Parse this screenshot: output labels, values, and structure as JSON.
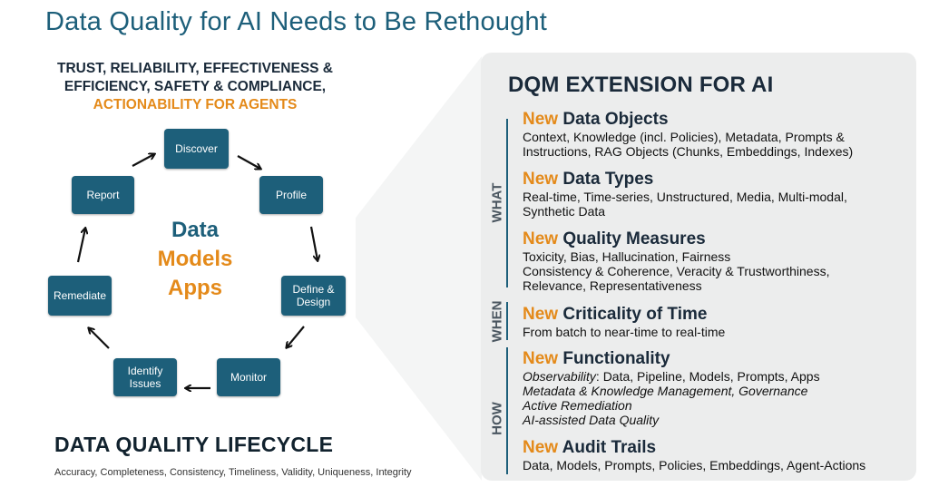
{
  "title": "Data Quality for AI Needs to Be Rethought",
  "pillars": {
    "line1": "TRUST, RELIABILITY, EFFECTIVENESS &",
    "line2": "EFFICIENCY, SAFETY & COMPLIANCE,",
    "line3": "ACTIONABILITY FOR AGENTS"
  },
  "lifecycle": {
    "stages": {
      "discover": "Discover",
      "profile": "Profile",
      "define_line1": "Define &",
      "define_line2": "Design",
      "monitor": "Monitor",
      "identify_line1": "Identify",
      "identify_line2": "Issues",
      "remediate": "Remediate",
      "report": "Report"
    },
    "center": [
      "Data",
      "Models",
      "Apps"
    ],
    "title": "DATA QUALITY LIFECYCLE",
    "dimensions": "Accuracy, Completeness, Consistency, Timeliness, Validity, Uniqueness, Integrity"
  },
  "dqm": {
    "title": "DQM EXTENSION FOR AI",
    "labels": {
      "what": "WHAT",
      "when": "WHEN",
      "how": "HOW"
    },
    "new_word": "New",
    "sections": [
      {
        "head": "Data Objects",
        "lines": [
          "Context, Knowledge (incl. Policies), Metadata, Prompts &",
          "Instructions, RAG Objects (Chunks, Embeddings, Indexes)"
        ]
      },
      {
        "head": "Data Types",
        "lines": [
          "Real-time, Time-series, Unstructured, Media, Multi-modal,",
          "Synthetic Data"
        ]
      },
      {
        "head": "Quality Measures",
        "lines": [
          "Toxicity, Bias, Hallucination, Fairness",
          "Consistency & Coherence, Veracity & Trustworthiness,",
          "Relevance, Representativeness"
        ]
      },
      {
        "head": "Criticality of Time",
        "lines": [
          "From batch to near-time to real-time"
        ]
      },
      {
        "head": "Functionality",
        "lines": [
          "Observability",
          ": Data, Pipeline, Models, Prompts, Apps",
          "Metadata & Knowledge Management, Governance",
          "Active Remediation",
          "AI-assisted Data Quality"
        ]
      },
      {
        "head": "Audit Trails",
        "lines": [
          "Data, Models, Prompts, Policies, Embeddings, Agent-Actions"
        ]
      }
    ]
  },
  "colors": {
    "teal": "#1d5f7a",
    "orange": "#e48a1a",
    "panel": "#eceded"
  }
}
